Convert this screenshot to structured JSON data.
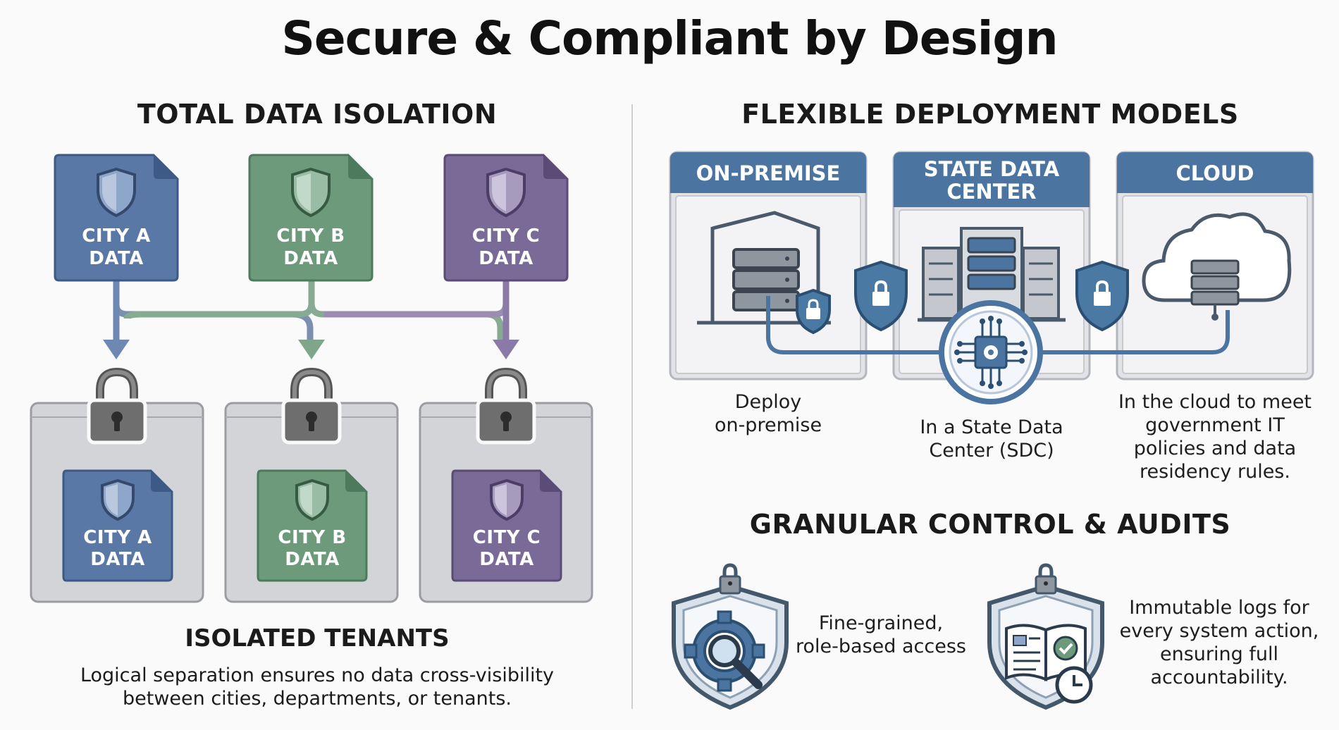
{
  "title": "Secure & Compliant by Design",
  "isolation": {
    "heading": "TOTAL DATA ISOLATION",
    "sources": [
      {
        "line1": "CITY A",
        "line2": "DATA",
        "color": "#5a78a6"
      },
      {
        "line1": "CITY B",
        "line2": "DATA",
        "color": "#6c9a7b"
      },
      {
        "line1": "CITY C",
        "line2": "DATA",
        "color": "#7a6a97"
      }
    ],
    "footer_title": "ISOLATED TENANTS",
    "footer_text_1": "Logical separation ensures no data cross-visibility",
    "footer_text_2": "between cities, departments, or tenants."
  },
  "deployment": {
    "heading": "FLEXIBLE DEPLOYMENT MODELS",
    "models": [
      {
        "title": "ON-PREMISE",
        "caption_1": "Deploy",
        "caption_2": "on-premise"
      },
      {
        "title_1": "STATE DATA",
        "title_2": "CENTER",
        "caption_1": "In a State Data",
        "caption_2": "Center (SDC)"
      },
      {
        "title": "CLOUD",
        "caption_1": "In the cloud to meet",
        "caption_2": "government IT",
        "caption_3": "policies and data",
        "caption_4": "residency rules."
      }
    ]
  },
  "audits": {
    "heading": "GRANULAR CONTROL & AUDITS",
    "access_1": "Fine-grained,",
    "access_2": "role-based access",
    "logs_1": "Immutable logs for",
    "logs_2": "every system action,",
    "logs_3": "ensuring full",
    "logs_4": "accountability."
  },
  "colors": {
    "header_blue": "#4b74a0",
    "shield_blue": "#3d6991",
    "lock_gray": "#6e6e6e",
    "panel_gray": "#d3d4d8"
  }
}
